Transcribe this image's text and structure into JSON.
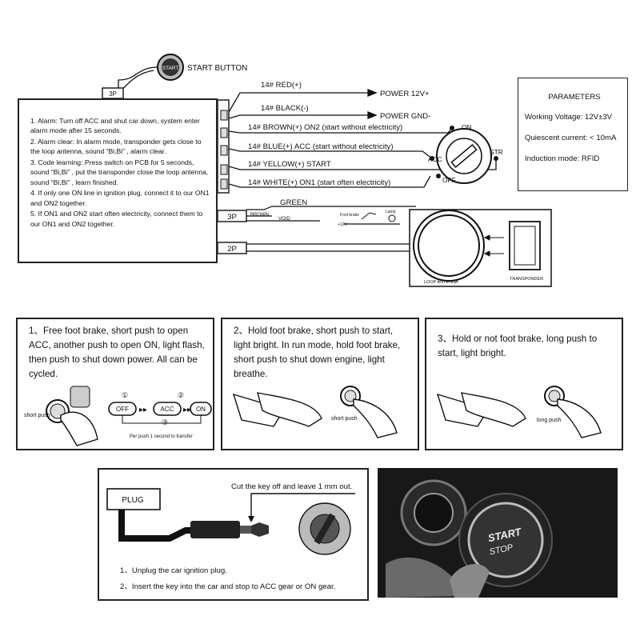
{
  "wiring": {
    "start_button_label": "START BUTTON",
    "start_button_text": "START",
    "connector_top": "3P",
    "connector_mid": "3P",
    "connector_bottom": "2P",
    "wires": [
      {
        "label": "14# RED(+)",
        "dest": "POWER 12V+"
      },
      {
        "label": "14# BLACK(-)",
        "dest": "POWER GND-"
      },
      {
        "label": "14# BROWN(+)   ON2 (start without electricity)"
      },
      {
        "label": "14# BLUE(+)   ACC (start without electricity)"
      },
      {
        "label": "14# YELLOW(+)    START"
      },
      {
        "label": "14# WHITE(+)    ON1 (start often electricity)"
      }
    ],
    "green_label": "GREEN",
    "brown_label": "BROWN",
    "void_label": "VOID",
    "foot_brake_label": "Foot brake",
    "lamp_label": "Lamp",
    "plus12v_label": "+12V",
    "ignition": {
      "on": "ON",
      "acc": "ACC",
      "str": "STR",
      "off": "OFF"
    },
    "loop_antenna_label": "LOOP ANTENNA",
    "transponder_label": "TRANSPONDER"
  },
  "notes": [
    "1. Alarm: Turn off ACC and shut car down, system enter alarm mode after 15 seconds.",
    "2. Alarm clear: In alarm mode, transponder gets close to the loop antenna, sound  “Bi,Bi” , alarm clear.",
    "3. Code learning: Press switch on PCB for 5 seconds, sound  “Bi,Bi” , put the transponder close the loop antenna, sound  “Bi,Bi” , learn finished.",
    "4. If only one ON line in ignition plug, connect it to our ON1 and ON2 together.",
    "5. If ON1 and  ON2 start often electricity, connect them to  our ON1 and  ON2 together."
  ],
  "parameters": {
    "title": "PARAMETERS",
    "rows": [
      "Working Voltage: 12V±3V",
      "Quiescent current:  < 10mA",
      "Induction mode: RFID"
    ]
  },
  "steps": {
    "step1": {
      "text": "1、Free foot brake, short push to open ACC, another push to open ON, light flash, then push to shut down power. All can be cycled.",
      "short_push": "short push",
      "seq": [
        "OFF",
        "ACC",
        "ON"
      ],
      "nums": [
        "①",
        "②",
        "③"
      ],
      "transfer_note": "Per push 1 second to transfer"
    },
    "step2": {
      "text": "2、Hold foot brake, short push to start, light bright. In run mode, hold foot brake, short push to shut down engine, light breathe.",
      "short_push": "short push"
    },
    "step3": {
      "text": "3、Hold or not foot brake, long push to start, light bright.",
      "long_push": "long push"
    }
  },
  "plug_section": {
    "plug_label": "PLUG",
    "cut_note": "Cut the key off and leave 1 mm out.",
    "step1": "1、Unplug the car ignition plug.",
    "step2": "2、Insert the key into the car and  stop to ACC gear or ON gear."
  },
  "photo": {
    "start": "START",
    "stop": "STOP"
  }
}
